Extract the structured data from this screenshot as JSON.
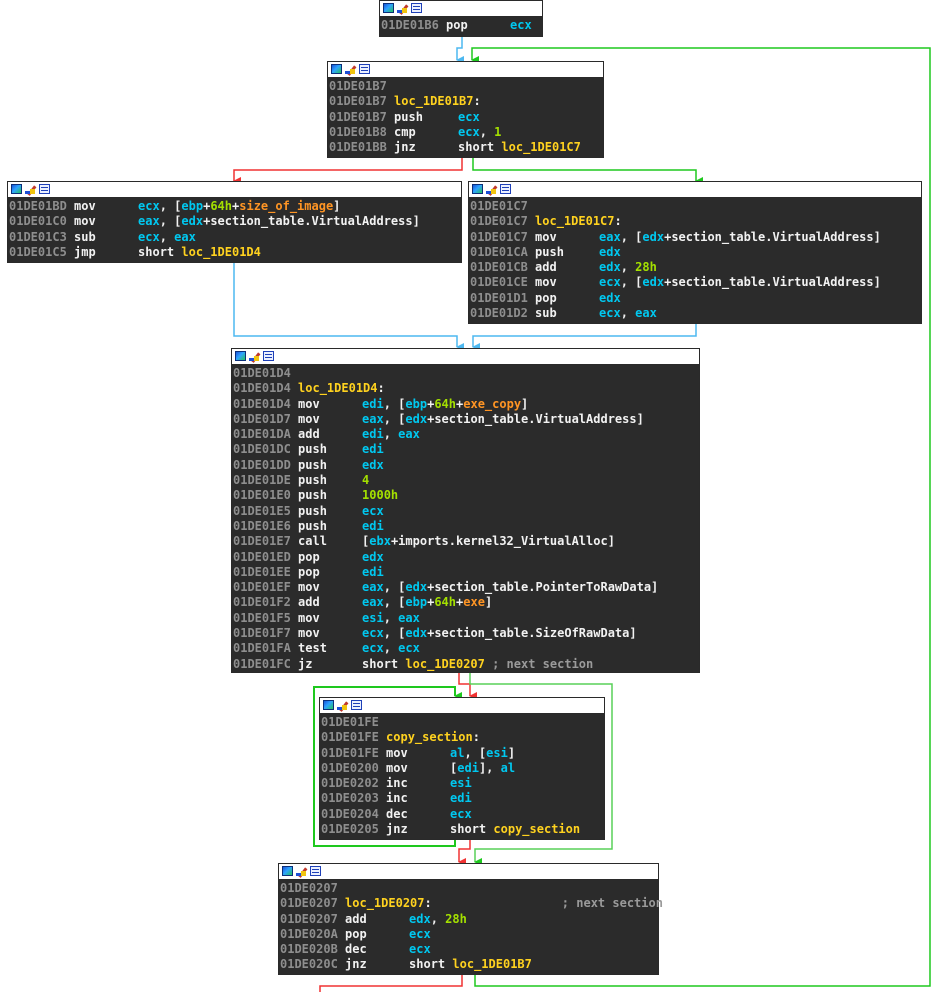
{
  "colors": {
    "background": "#ffffff",
    "node_bg": "#2b2b2b",
    "address": "#8e8e8e",
    "mnemonic": "#f2f2f2",
    "register": "#00c8f0",
    "label": "#ffd21f",
    "number": "#a4e000",
    "variable": "#ff9524",
    "comment": "#9a9a9a",
    "edge_true": "#1ec81e",
    "edge_false": "#f03232",
    "edge_flow": "#4db8f0"
  },
  "titlebar_icons": [
    "graph-overview-icon",
    "edit-pencil-icon",
    "comment-icon"
  ],
  "blocks": {
    "b0": {
      "lines": [
        {
          "addr": "01DE01B6",
          "mn": "pop",
          "ops": [
            {
              "t": "ecx",
              "c": "op"
            }
          ]
        }
      ]
    },
    "b1": {
      "lines": [
        {
          "addr": "01DE01B7",
          "mn": "",
          "ops": []
        },
        {
          "addr": "01DE01B7",
          "mn": "",
          "ops": [
            {
              "t": "loc_1DE01B7",
              "c": "label"
            },
            {
              "t": ":",
              "c": "ptr"
            }
          ]
        },
        {
          "addr": "01DE01B7",
          "mn": "push",
          "ops": [
            {
              "t": "ecx",
              "c": "op"
            }
          ]
        },
        {
          "addr": "01DE01B8",
          "mn": "cmp",
          "ops": [
            {
              "t": "ecx",
              "c": "op"
            },
            {
              "t": ", ",
              "c": "ptr"
            },
            {
              "t": "1",
              "c": "num"
            }
          ]
        },
        {
          "addr": "01DE01BB",
          "mn": "jnz",
          "ops": [
            {
              "t": "short ",
              "c": "ptr"
            },
            {
              "t": "loc_1DE01C7",
              "c": "label"
            }
          ]
        }
      ]
    },
    "b2": {
      "lines": [
        {
          "addr": "01DE01BD",
          "mn": "mov",
          "ops": [
            {
              "t": "ecx",
              "c": "op"
            },
            {
              "t": ", [",
              "c": "ptr"
            },
            {
              "t": "ebp",
              "c": "op"
            },
            {
              "t": "+",
              "c": "ptr"
            },
            {
              "t": "64h",
              "c": "num"
            },
            {
              "t": "+",
              "c": "ptr"
            },
            {
              "t": "size_of_image",
              "c": "var"
            },
            {
              "t": "]",
              "c": "ptr"
            }
          ]
        },
        {
          "addr": "01DE01C0",
          "mn": "mov",
          "ops": [
            {
              "t": "eax",
              "c": "op"
            },
            {
              "t": ", [",
              "c": "ptr"
            },
            {
              "t": "edx",
              "c": "op"
            },
            {
              "t": "+section_table.VirtualAddress]",
              "c": "ptr"
            }
          ]
        },
        {
          "addr": "01DE01C3",
          "mn": "sub",
          "ops": [
            {
              "t": "ecx",
              "c": "op"
            },
            {
              "t": ", ",
              "c": "ptr"
            },
            {
              "t": "eax",
              "c": "op"
            }
          ]
        },
        {
          "addr": "01DE01C5",
          "mn": "jmp",
          "ops": [
            {
              "t": "short ",
              "c": "ptr"
            },
            {
              "t": "loc_1DE01D4",
              "c": "label"
            }
          ]
        }
      ]
    },
    "b3": {
      "lines": [
        {
          "addr": "01DE01C7",
          "mn": "",
          "ops": []
        },
        {
          "addr": "01DE01C7",
          "mn": "",
          "ops": [
            {
              "t": "loc_1DE01C7",
              "c": "label"
            },
            {
              "t": ":",
              "c": "ptr"
            }
          ]
        },
        {
          "addr": "01DE01C7",
          "mn": "mov",
          "ops": [
            {
              "t": "eax",
              "c": "op"
            },
            {
              "t": ", [",
              "c": "ptr"
            },
            {
              "t": "edx",
              "c": "op"
            },
            {
              "t": "+section_table.VirtualAddress]",
              "c": "ptr"
            }
          ]
        },
        {
          "addr": "01DE01CA",
          "mn": "push",
          "ops": [
            {
              "t": "edx",
              "c": "op"
            }
          ]
        },
        {
          "addr": "01DE01CB",
          "mn": "add",
          "ops": [
            {
              "t": "edx",
              "c": "op"
            },
            {
              "t": ", ",
              "c": "ptr"
            },
            {
              "t": "28h",
              "c": "num"
            }
          ]
        },
        {
          "addr": "01DE01CE",
          "mn": "mov",
          "ops": [
            {
              "t": "ecx",
              "c": "op"
            },
            {
              "t": ", [",
              "c": "ptr"
            },
            {
              "t": "edx",
              "c": "op"
            },
            {
              "t": "+section_table.VirtualAddress]",
              "c": "ptr"
            }
          ]
        },
        {
          "addr": "01DE01D1",
          "mn": "pop",
          "ops": [
            {
              "t": "edx",
              "c": "op"
            }
          ]
        },
        {
          "addr": "01DE01D2",
          "mn": "sub",
          "ops": [
            {
              "t": "ecx",
              "c": "op"
            },
            {
              "t": ", ",
              "c": "ptr"
            },
            {
              "t": "eax",
              "c": "op"
            }
          ]
        }
      ]
    },
    "b4": {
      "lines": [
        {
          "addr": "01DE01D4",
          "mn": "",
          "ops": []
        },
        {
          "addr": "01DE01D4",
          "mn": "",
          "ops": [
            {
              "t": "loc_1DE01D4",
              "c": "label"
            },
            {
              "t": ":",
              "c": "ptr"
            }
          ]
        },
        {
          "addr": "01DE01D4",
          "mn": "mov",
          "ops": [
            {
              "t": "edi",
              "c": "op"
            },
            {
              "t": ", [",
              "c": "ptr"
            },
            {
              "t": "ebp",
              "c": "op"
            },
            {
              "t": "+",
              "c": "ptr"
            },
            {
              "t": "64h",
              "c": "num"
            },
            {
              "t": "+",
              "c": "ptr"
            },
            {
              "t": "exe_copy",
              "c": "var"
            },
            {
              "t": "]",
              "c": "ptr"
            }
          ]
        },
        {
          "addr": "01DE01D7",
          "mn": "mov",
          "ops": [
            {
              "t": "eax",
              "c": "op"
            },
            {
              "t": ", [",
              "c": "ptr"
            },
            {
              "t": "edx",
              "c": "op"
            },
            {
              "t": "+section_table.VirtualAddress]",
              "c": "ptr"
            }
          ]
        },
        {
          "addr": "01DE01DA",
          "mn": "add",
          "ops": [
            {
              "t": "edi",
              "c": "op"
            },
            {
              "t": ", ",
              "c": "ptr"
            },
            {
              "t": "eax",
              "c": "op"
            }
          ]
        },
        {
          "addr": "01DE01DC",
          "mn": "push",
          "ops": [
            {
              "t": "edi",
              "c": "op"
            }
          ]
        },
        {
          "addr": "01DE01DD",
          "mn": "push",
          "ops": [
            {
              "t": "edx",
              "c": "op"
            }
          ]
        },
        {
          "addr": "01DE01DE",
          "mn": "push",
          "ops": [
            {
              "t": "4",
              "c": "num"
            }
          ]
        },
        {
          "addr": "01DE01E0",
          "mn": "push",
          "ops": [
            {
              "t": "1000h",
              "c": "num"
            }
          ]
        },
        {
          "addr": "01DE01E5",
          "mn": "push",
          "ops": [
            {
              "t": "ecx",
              "c": "op"
            }
          ]
        },
        {
          "addr": "01DE01E6",
          "mn": "push",
          "ops": [
            {
              "t": "edi",
              "c": "op"
            }
          ]
        },
        {
          "addr": "01DE01E7",
          "mn": "call",
          "ops": [
            {
              "t": "[",
              "c": "ptr"
            },
            {
              "t": "ebx",
              "c": "op"
            },
            {
              "t": "+imports.kernel32_VirtualAlloc]",
              "c": "ptr"
            }
          ]
        },
        {
          "addr": "01DE01ED",
          "mn": "pop",
          "ops": [
            {
              "t": "edx",
              "c": "op"
            }
          ]
        },
        {
          "addr": "01DE01EE",
          "mn": "pop",
          "ops": [
            {
              "t": "edi",
              "c": "op"
            }
          ]
        },
        {
          "addr": "01DE01EF",
          "mn": "mov",
          "ops": [
            {
              "t": "eax",
              "c": "op"
            },
            {
              "t": ", [",
              "c": "ptr"
            },
            {
              "t": "edx",
              "c": "op"
            },
            {
              "t": "+section_table.PointerToRawData]",
              "c": "ptr"
            }
          ]
        },
        {
          "addr": "01DE01F2",
          "mn": "add",
          "ops": [
            {
              "t": "eax",
              "c": "op"
            },
            {
              "t": ", [",
              "c": "ptr"
            },
            {
              "t": "ebp",
              "c": "op"
            },
            {
              "t": "+",
              "c": "ptr"
            },
            {
              "t": "64h",
              "c": "num"
            },
            {
              "t": "+",
              "c": "ptr"
            },
            {
              "t": "exe",
              "c": "var"
            },
            {
              "t": "]",
              "c": "ptr"
            }
          ]
        },
        {
          "addr": "01DE01F5",
          "mn": "mov",
          "ops": [
            {
              "t": "esi",
              "c": "op"
            },
            {
              "t": ", ",
              "c": "ptr"
            },
            {
              "t": "eax",
              "c": "op"
            }
          ]
        },
        {
          "addr": "01DE01F7",
          "mn": "mov",
          "ops": [
            {
              "t": "ecx",
              "c": "op"
            },
            {
              "t": ", [",
              "c": "ptr"
            },
            {
              "t": "edx",
              "c": "op"
            },
            {
              "t": "+section_table.SizeOfRawData]",
              "c": "ptr"
            }
          ]
        },
        {
          "addr": "01DE01FA",
          "mn": "test",
          "ops": [
            {
              "t": "ecx",
              "c": "op"
            },
            {
              "t": ", ",
              "c": "ptr"
            },
            {
              "t": "ecx",
              "c": "op"
            }
          ]
        },
        {
          "addr": "01DE01FC",
          "mn": "jz",
          "ops": [
            {
              "t": "short ",
              "c": "ptr"
            },
            {
              "t": "loc_1DE0207",
              "c": "label"
            },
            {
              "t": " ; next section",
              "c": "cmt"
            }
          ]
        }
      ]
    },
    "b5": {
      "lines": [
        {
          "addr": "01DE01FE",
          "mn": "",
          "ops": []
        },
        {
          "addr": "01DE01FE",
          "mn": "",
          "ops": [
            {
              "t": "copy_section",
              "c": "label"
            },
            {
              "t": ":",
              "c": "ptr"
            }
          ]
        },
        {
          "addr": "01DE01FE",
          "mn": "mov",
          "ops": [
            {
              "t": "al",
              "c": "op"
            },
            {
              "t": ", [",
              "c": "ptr"
            },
            {
              "t": "esi",
              "c": "op"
            },
            {
              "t": "]",
              "c": "ptr"
            }
          ]
        },
        {
          "addr": "01DE0200",
          "mn": "mov",
          "ops": [
            {
              "t": "[",
              "c": "ptr"
            },
            {
              "t": "edi",
              "c": "op"
            },
            {
              "t": "], ",
              "c": "ptr"
            },
            {
              "t": "al",
              "c": "op"
            }
          ]
        },
        {
          "addr": "01DE0202",
          "mn": "inc",
          "ops": [
            {
              "t": "esi",
              "c": "op"
            }
          ]
        },
        {
          "addr": "01DE0203",
          "mn": "inc",
          "ops": [
            {
              "t": "edi",
              "c": "op"
            }
          ]
        },
        {
          "addr": "01DE0204",
          "mn": "dec",
          "ops": [
            {
              "t": "ecx",
              "c": "op"
            }
          ]
        },
        {
          "addr": "01DE0205",
          "mn": "jnz",
          "ops": [
            {
              "t": "short ",
              "c": "ptr"
            },
            {
              "t": "copy_section",
              "c": "label"
            }
          ]
        }
      ]
    },
    "b6": {
      "lines": [
        {
          "addr": "01DE0207",
          "mn": "",
          "ops": []
        },
        {
          "addr": "01DE0207",
          "mn": "",
          "ops": [
            {
              "t": "loc_1DE0207",
              "c": "label"
            },
            {
              "t": ":                  ",
              "c": "ptr"
            },
            {
              "t": "; next section",
              "c": "cmt"
            }
          ]
        },
        {
          "addr": "01DE0207",
          "mn": "add",
          "ops": [
            {
              "t": "edx",
              "c": "op"
            },
            {
              "t": ", ",
              "c": "ptr"
            },
            {
              "t": "28h",
              "c": "num"
            }
          ]
        },
        {
          "addr": "01DE020A",
          "mn": "pop",
          "ops": [
            {
              "t": "ecx",
              "c": "op"
            }
          ]
        },
        {
          "addr": "01DE020B",
          "mn": "dec",
          "ops": [
            {
              "t": "ecx",
              "c": "op"
            }
          ]
        },
        {
          "addr": "01DE020C",
          "mn": "jnz",
          "ops": [
            {
              "t": "short ",
              "c": "ptr"
            },
            {
              "t": "loc_1DE01B7",
              "c": "label"
            }
          ]
        }
      ]
    }
  }
}
